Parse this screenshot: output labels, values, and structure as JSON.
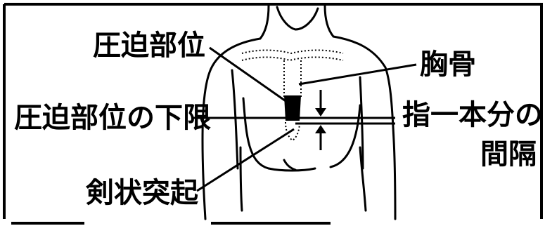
{
  "diagram": {
    "labels": {
      "pressure_point": "圧迫部位",
      "sternum": "胸骨",
      "pressure_point_lower_limit": "圧迫部位の下限",
      "one_finger_width": "指一本分の",
      "interval": "間隔",
      "xiphoid_process": "剣状突起"
    },
    "colors": {
      "ink": "#000000",
      "background": "#ffffff"
    }
  }
}
